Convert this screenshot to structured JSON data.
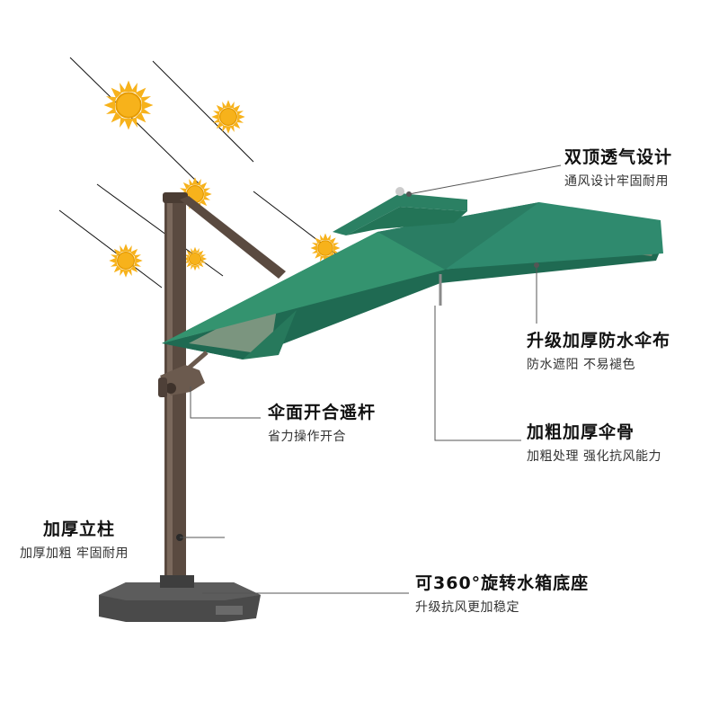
{
  "annotations": {
    "vent": {
      "title": "双顶透气设计",
      "subtitle": "通风设计牢固耐用"
    },
    "fabric": {
      "title": "升级加厚防水伞布",
      "subtitle": "防水遮阳 不易褪色"
    },
    "crank": {
      "title": "伞面开合遥杆",
      "subtitle": "省力操作开合"
    },
    "ribs": {
      "title": "加粗加厚伞骨",
      "subtitle": "加粗处理 强化抗风能力"
    },
    "pole": {
      "title": "加厚立柱",
      "subtitle": "加厚加粗 牢固耐用"
    },
    "base": {
      "title": "可360°旋转水箱底座",
      "subtitle": "升级抗风更加稳定"
    }
  },
  "colors": {
    "canopy": "#2f8a6e",
    "canopy_dark": "#1f6a52",
    "pole": "#5a4a40",
    "base": "#4a4a4a",
    "sun": "#f7b21b",
    "leader_line": "#555555"
  },
  "icons": [
    "sun-icon"
  ]
}
